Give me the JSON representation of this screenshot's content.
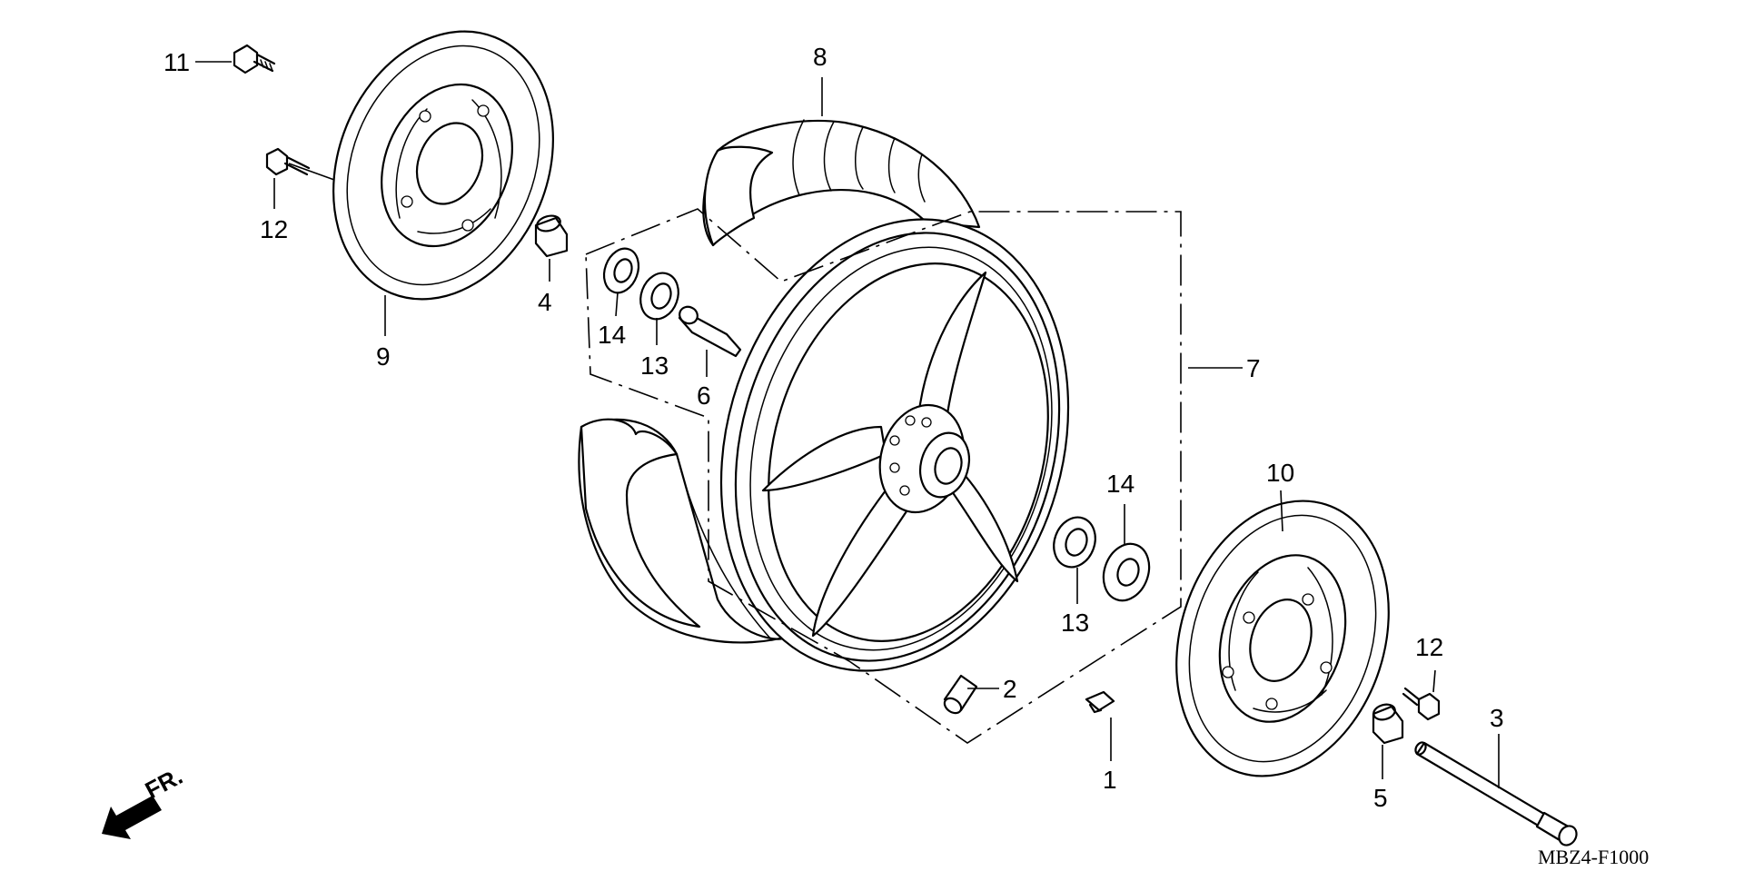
{
  "callouts": {
    "c1": "1",
    "c2": "2",
    "c3": "3",
    "c4": "4",
    "c5": "5",
    "c6": "6",
    "c7": "7",
    "c8": "8",
    "c9": "9",
    "c10": "10",
    "c11": "11",
    "c12a": "12",
    "c12b": "12",
    "c13a": "13",
    "c13b": "13",
    "c14a": "14",
    "c14b": "14"
  },
  "diagram_code": "MBZ4-F1000",
  "direction_label": "FR."
}
